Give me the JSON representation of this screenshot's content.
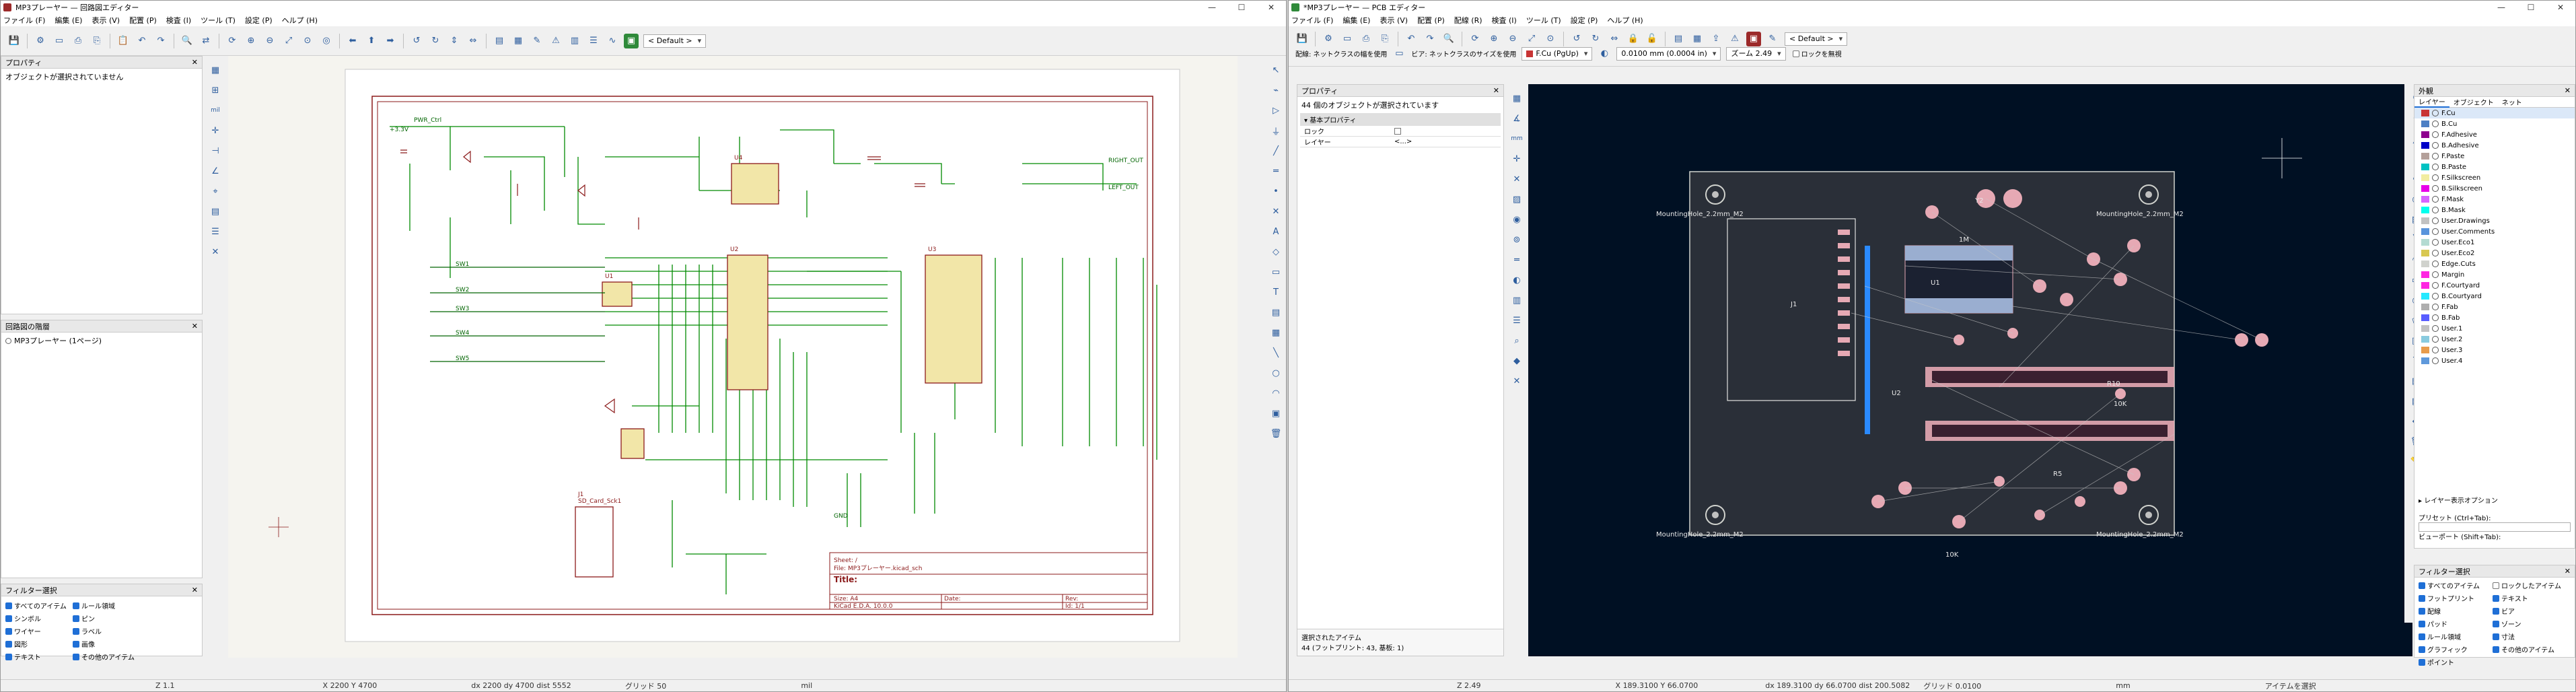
{
  "schematic": {
    "title": "MP3プレーヤー — 回路図エディター",
    "menu": [
      "ファイル (F)",
      "編集 (E)",
      "表示 (V)",
      "配置 (P)",
      "検査 (I)",
      "ツール (T)",
      "設定 (P)",
      "ヘルプ (H)"
    ],
    "grid_combo": "< Default >",
    "properties": {
      "header": "プロパティ",
      "empty": "オブジェクトが選択されていません"
    },
    "hierarchy": {
      "header": "回路図の階層",
      "item": "MP3プレーヤー (1ページ)"
    },
    "filter": {
      "header": "フィルター選択",
      "items": [
        "すべてのアイテム",
        "ルール領域",
        "シンボル",
        "ピン",
        "ワイヤー",
        "ラベル",
        "図形",
        "画像",
        "テキスト",
        "その他のアイテム"
      ]
    },
    "canvas_labels": {
      "net_pwr_ctrl": "PWR_Ctrl",
      "net_v33": "+3.3V",
      "net_left_out": "LEFT_OUT",
      "net_right_out": "RIGHT_OUT",
      "net_sw1": "SW1",
      "net_sw2": "SW2",
      "net_sw3": "SW3",
      "net_sw4": "SW4",
      "net_sw5": "SW5",
      "u1": "U1",
      "u2": "U2",
      "u3": "U3",
      "u4": "U4",
      "j1": "J1",
      "j1_val": "SD_Card_Sck1",
      "gnd": "GND",
      "title_sheet": "Sheet: /",
      "title_file": "File: MP3プレーヤー.kicad_sch",
      "title_title": "Title:",
      "title_size": "Size: A4",
      "title_date": "Date:",
      "title_rev": "Rev:",
      "title_kicad": "KiCad E.D.A. 10.0.0",
      "title_id": "Id: 1/1"
    },
    "status": [
      "Z 1.1",
      "X 2200  Y 4700",
      "dx 2200  dy 4700  dist 5552",
      "グリッド 50",
      "mil"
    ]
  },
  "pcb": {
    "title": "*MP3プレーヤー — PCB エディター",
    "menu": [
      "ファイル (F)",
      "編集 (E)",
      "表示 (V)",
      "配置 (P)",
      "配線 (R)",
      "検査 (I)",
      "ツール (T)",
      "設定 (P)",
      "ヘルプ (H)"
    ],
    "grid_combo": "< Default >",
    "toolbar2": {
      "track_label": "配線: ネットクラスの幅を使用",
      "via_label": "ビア: ネットクラスのサイズを使用",
      "layer": "F.Cu (PgUp)",
      "grid": "0.0100 mm (0.0004 in)",
      "zoom": "ズーム 2.49",
      "lock": "ロックを無視"
    },
    "properties": {
      "header": "プロパティ",
      "info": "44 個のオブジェクトが選択されています",
      "section": "基本プロパティ",
      "rows": [
        {
          "k": "ロック",
          "v": ""
        },
        {
          "k": "レイヤー",
          "v": "<...>"
        }
      ]
    },
    "selected": {
      "header": "選択されたアイテム",
      "detail": "44 (フットプリント: 43, 基板: 1)"
    },
    "appearance": {
      "header": "外観",
      "tabs": [
        "レイヤー",
        "オブジェクト",
        "ネット"
      ],
      "layers": [
        {
          "name": "F.Cu",
          "color": "#c83434"
        },
        {
          "name": "B.Cu",
          "color": "#4d7fc4"
        },
        {
          "name": "F.Adhesive",
          "color": "#8e008e"
        },
        {
          "name": "B.Adhesive",
          "color": "#0000c8"
        },
        {
          "name": "F.Paste",
          "color": "#b4a09a"
        },
        {
          "name": "B.Paste",
          "color": "#00c2c2"
        },
        {
          "name": "F.Silkscreen",
          "color": "#f2eda1"
        },
        {
          "name": "B.Silkscreen",
          "color": "#e800e8"
        },
        {
          "name": "F.Mask",
          "color": "#d864ff"
        },
        {
          "name": "B.Mask",
          "color": "#02ffee"
        },
        {
          "name": "User.Drawings",
          "color": "#c2c2c2"
        },
        {
          "name": "User.Comments",
          "color": "#5994dc"
        },
        {
          "name": "User.Eco1",
          "color": "#b4dbd2"
        },
        {
          "name": "User.Eco2",
          "color": "#d8c852"
        },
        {
          "name": "Edge.Cuts",
          "color": "#d0d2cd"
        },
        {
          "name": "Margin",
          "color": "#ff26e2"
        },
        {
          "name": "F.Courtyard",
          "color": "#ff26e2"
        },
        {
          "name": "B.Courtyard",
          "color": "#26e9ff"
        },
        {
          "name": "F.Fab",
          "color": "#afafaf"
        },
        {
          "name": "B.Fab",
          "color": "#585dff"
        },
        {
          "name": "User.1",
          "color": "#c2c2c2"
        },
        {
          "name": "User.2",
          "color": "#89cbdf"
        },
        {
          "name": "User.3",
          "color": "#e89c4c"
        },
        {
          "name": "User.4",
          "color": "#5f99db"
        }
      ],
      "layer_options": "▸ レイヤー表示オプション",
      "preset_label": "プリセット (Ctrl+Tab):",
      "viewport_label": "ビューポート (Shift+Tab):"
    },
    "filter": {
      "header": "フィルター選択",
      "items": [
        "すべてのアイテム",
        "ロックしたアイテム",
        "フットプリント",
        "テキスト",
        "配線",
        "ビア",
        "パッド",
        "ゾーン",
        "ルール領域",
        "寸法",
        "グラフィック",
        "その他のアイテム",
        "ポイント"
      ]
    },
    "canvas_labels": {
      "mh_tl": "MountingHole_2.2mm_M2",
      "mh_tr": "MountingHole_2.2mm_M2",
      "mh_bl": "MountingHole_2.2mm_M2",
      "mh_br": "MountingHole_2.2mm_M2",
      "ref_r10": "R10",
      "val_10k_1": "10K",
      "val_10k_2": "10K",
      "val_1m": "1M",
      "ref_u2": "U2",
      "ref_u1": "U1",
      "ref_y2": "Y2",
      "ref_j1": "J1",
      "ref_r5": "R5"
    },
    "status": [
      "Z 2.49",
      "X 189.3100  Y 66.0700",
      "dx 189.3100  dy 66.0700  dist 200.5082",
      "グリッド 0.0100",
      "mm",
      "アイテムを選択"
    ]
  }
}
